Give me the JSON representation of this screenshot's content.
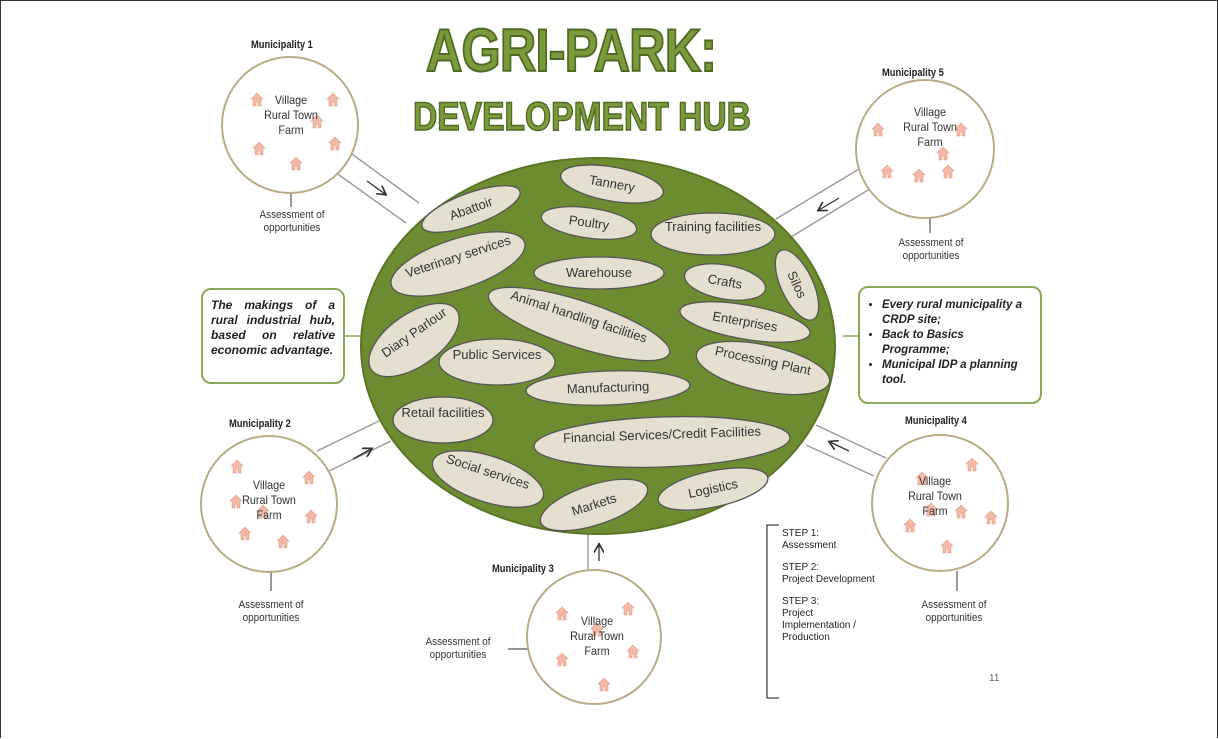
{
  "title": {
    "line1": "AGRI-PARK:",
    "line2": "DEVELOPMENT HUB"
  },
  "hub_items": [
    "Abattoir",
    "Tannery",
    "Poultry",
    "Training facilities",
    "Veterinary services",
    "Warehouse",
    "Crafts",
    "Silos",
    "Diary Parlour",
    "Animal handling facilities",
    "Enterprises",
    "Public Services",
    "Processing Plant",
    "Manufacturing",
    "Retail facilities",
    "Financial Services/Credit Facilities",
    "Social services",
    "Markets",
    "Logistics"
  ],
  "municipalities": [
    {
      "label": "Municipality 1",
      "lines": [
        "Village",
        "Rural Town",
        "Farm"
      ],
      "assessment": [
        "Assessment of",
        "opportunities"
      ]
    },
    {
      "label": "Municipality 5",
      "lines": [
        "Village",
        "Rural Town",
        "Farm"
      ],
      "assessment": [
        "Assessment of",
        "opportunities"
      ]
    },
    {
      "label": "Municipality 2",
      "lines": [
        "Village",
        "Rural Town",
        "Farm"
      ],
      "assessment": [
        "Assessment of",
        "opportunities"
      ]
    },
    {
      "label": "Municipality 4",
      "lines": [
        "Village",
        "Rural Town",
        "Farm"
      ],
      "assessment": [
        "Assessment of",
        "opportunities"
      ]
    },
    {
      "label": "Municipality 3",
      "lines": [
        "Village",
        "Rural Town",
        "Farm"
      ],
      "assessment": [
        "Assessment of",
        "opportunities"
      ]
    }
  ],
  "left_box": "The makings of a rural industrial hub, based on relative economic advantage.",
  "right_box": [
    "Every rural municipality a CRDP site;",
    "Back to Basics Programme;",
    "Municipal IDP a planning tool."
  ],
  "steps": [
    [
      "STEP 1:",
      "Assessment"
    ],
    [
      "STEP 2:",
      "Project Development"
    ],
    [
      "STEP 3:",
      "Project",
      "Implementation /",
      "Production"
    ]
  ],
  "page_number": "11",
  "colors": {
    "hub_fill": "#6d8c2f",
    "pill_fill": "#e4dfcf",
    "title_green": "#7b9a3c",
    "house": "#f2b9a6",
    "circle_stroke": "#b9ab86"
  }
}
